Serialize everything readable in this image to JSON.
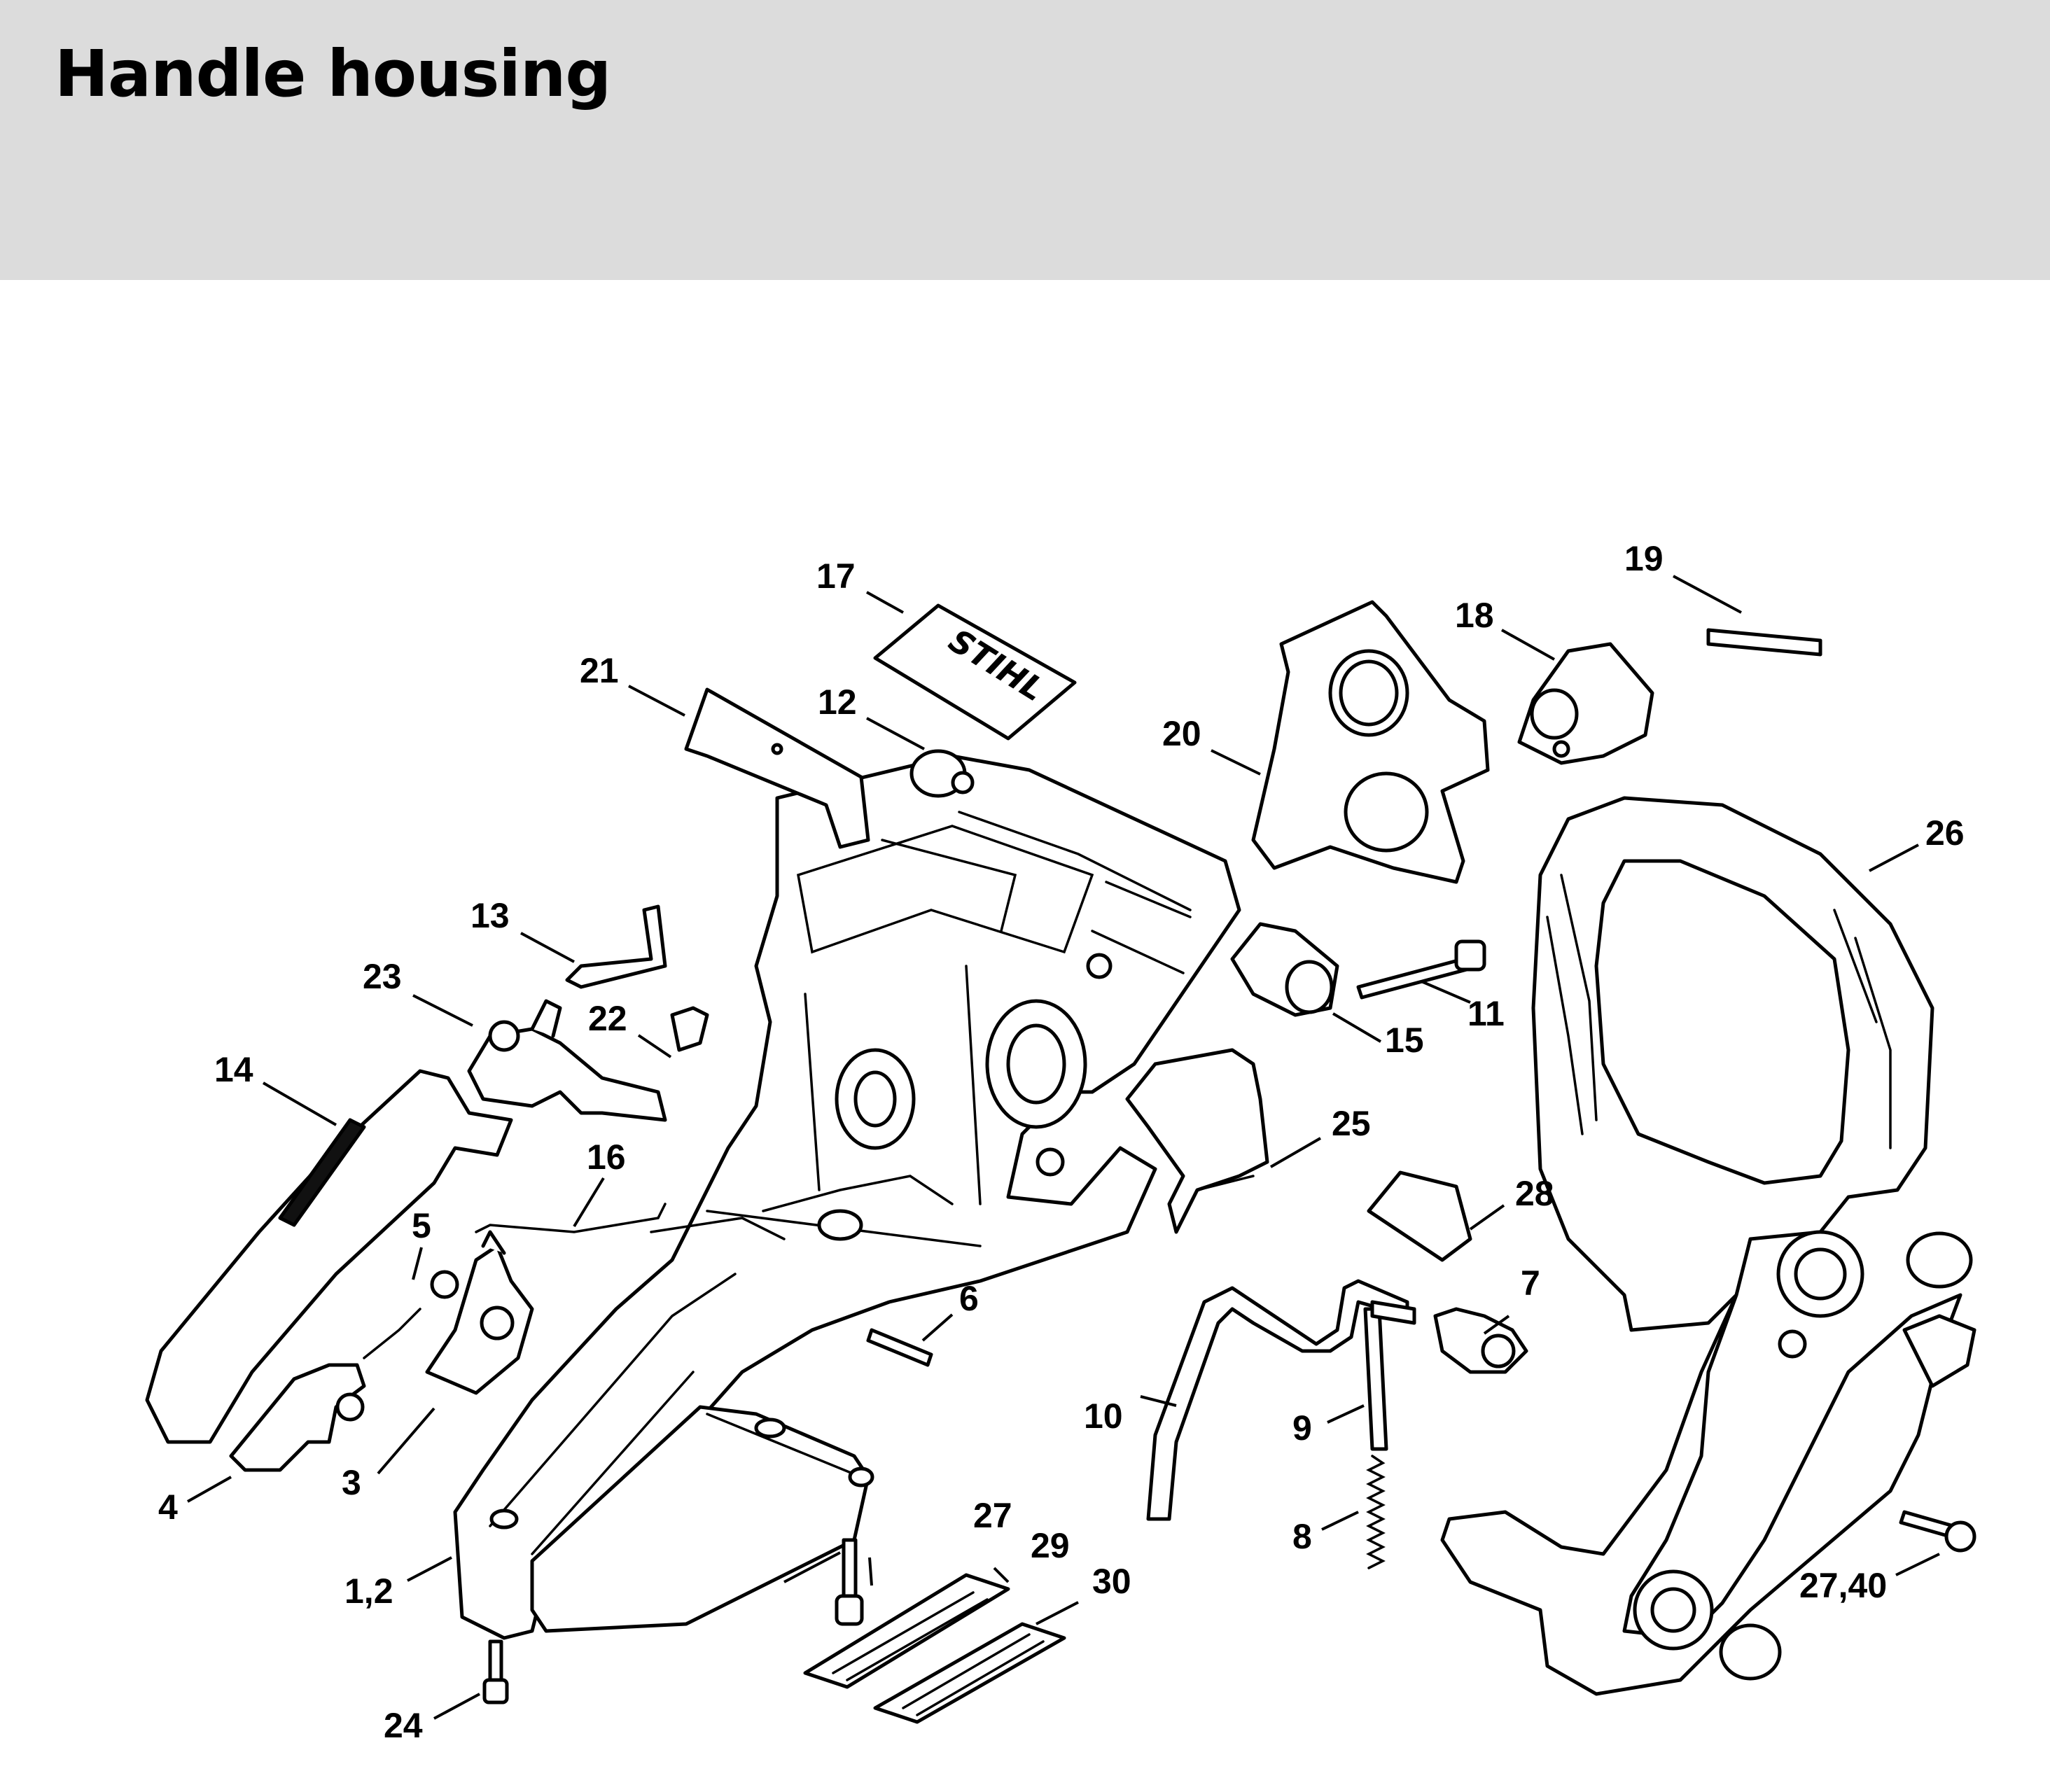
{
  "header": {
    "title": "Handle housing"
  },
  "decal": {
    "brand": "STIHL"
  },
  "callouts": {
    "c17": "17",
    "c19": "19",
    "c18": "18",
    "c21": "21",
    "c12": "12",
    "c20": "20",
    "c26": "26",
    "c13": "13",
    "c23": "23",
    "c22": "22",
    "c11": "11",
    "c15": "15",
    "c14": "14",
    "c25": "25",
    "c16": "16",
    "c28": "28",
    "c5": "5",
    "c7": "7",
    "c6": "6",
    "c10": "10",
    "c9": "9",
    "c4": "4",
    "c3": "3",
    "c27a": "27",
    "c29": "29",
    "c8": "8",
    "c30": "30",
    "c12b": "1,2",
    "c2740": "27,40",
    "c24": "24"
  }
}
